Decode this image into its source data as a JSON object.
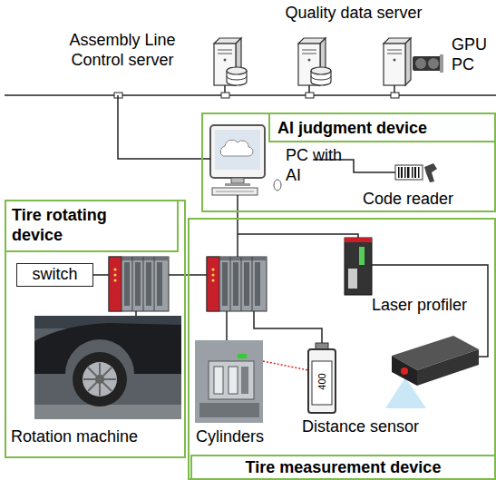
{
  "diagram": {
    "nodes": [
      {
        "text": [
          "AI judgment device",
          "PC with AI",
          "Code reader"
        ]
      },
      {
        "text": [
          "Tire rotating device",
          "Rotation machine"
        ]
      },
      {
        "text": [
          "switch"
        ],
        "in": 1
      },
      {
        "text": [
          "Laser profiler",
          "Distance sensor",
          "Cylinders",
          "Tire measurement device"
        ]
      }
    ],
    "edges": [
      {
        "from": 0,
        "to": 3,
        "arrow": "none"
      }
    ],
    "labels": [
      "Quality data server",
      "Assembly Line Control server",
      "GPU PC",
      "400"
    ]
  }
}
